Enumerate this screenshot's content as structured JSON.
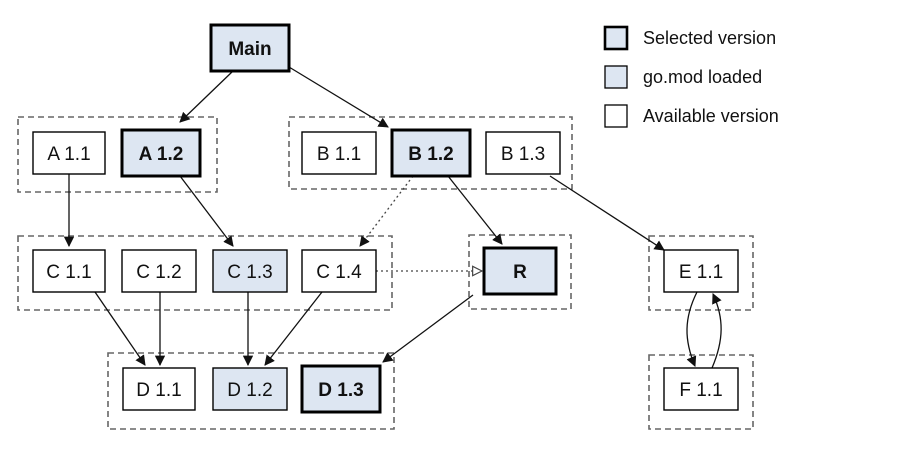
{
  "colors": {
    "selected_fill": "#dde6f2",
    "loaded_fill": "#dde6f2",
    "available_fill": "#ffffff",
    "stroke": "#000000",
    "group_border": "#666666"
  },
  "nodes": [
    {
      "id": "main",
      "label": "Main",
      "state": "selected"
    },
    {
      "id": "a11",
      "label": "A 1.1",
      "state": "available"
    },
    {
      "id": "a12",
      "label": "A 1.2",
      "state": "selected"
    },
    {
      "id": "b11",
      "label": "B 1.1",
      "state": "available"
    },
    {
      "id": "b12",
      "label": "B 1.2",
      "state": "selected"
    },
    {
      "id": "b13",
      "label": "B 1.3",
      "state": "available"
    },
    {
      "id": "c11",
      "label": "C 1.1",
      "state": "available"
    },
    {
      "id": "c12",
      "label": "C 1.2",
      "state": "available"
    },
    {
      "id": "c13",
      "label": "C 1.3",
      "state": "loaded"
    },
    {
      "id": "c14",
      "label": "C 1.4",
      "state": "available"
    },
    {
      "id": "r",
      "label": "R",
      "state": "selected"
    },
    {
      "id": "e11",
      "label": "E 1.1",
      "state": "available"
    },
    {
      "id": "d11",
      "label": "D 1.1",
      "state": "available"
    },
    {
      "id": "d12",
      "label": "D 1.2",
      "state": "loaded"
    },
    {
      "id": "d13",
      "label": "D 1.3",
      "state": "selected"
    },
    {
      "id": "f11",
      "label": "F 1.1",
      "state": "available"
    }
  ],
  "groups": [
    {
      "id": "group-a",
      "members": [
        "a11",
        "a12"
      ]
    },
    {
      "id": "group-b",
      "members": [
        "b11",
        "b12",
        "b13"
      ]
    },
    {
      "id": "group-c",
      "members": [
        "c11",
        "c12",
        "c13",
        "c14"
      ]
    },
    {
      "id": "group-r",
      "members": [
        "r"
      ]
    },
    {
      "id": "group-e",
      "members": [
        "e11"
      ]
    },
    {
      "id": "group-d",
      "members": [
        "d11",
        "d12",
        "d13"
      ]
    },
    {
      "id": "group-f",
      "members": [
        "f11"
      ]
    }
  ],
  "edges": [
    {
      "from": "main",
      "to": "a12",
      "style": "solid"
    },
    {
      "from": "main",
      "to": "b12",
      "style": "solid"
    },
    {
      "from": "a11",
      "to": "c11",
      "style": "solid"
    },
    {
      "from": "a12",
      "to": "c13",
      "style": "solid"
    },
    {
      "from": "b12",
      "to": "c14",
      "style": "dotted"
    },
    {
      "from": "b12",
      "to": "r",
      "style": "solid"
    },
    {
      "from": "b13",
      "to": "e11",
      "style": "solid"
    },
    {
      "from": "c14",
      "to": "r",
      "style": "dotted"
    },
    {
      "from": "c11",
      "to": "d11",
      "style": "solid"
    },
    {
      "from": "c12",
      "to": "d11",
      "style": "solid"
    },
    {
      "from": "c13",
      "to": "d12",
      "style": "solid"
    },
    {
      "from": "c14",
      "to": "d12",
      "style": "solid"
    },
    {
      "from": "r",
      "to": "d13",
      "style": "solid"
    },
    {
      "from": "e11",
      "to": "f11",
      "style": "solid"
    },
    {
      "from": "f11",
      "to": "e11",
      "style": "solid"
    }
  ],
  "legend": [
    {
      "label": "Selected version",
      "state": "selected"
    },
    {
      "label": "go.mod loaded",
      "state": "loaded"
    },
    {
      "label": "Available version",
      "state": "available"
    }
  ]
}
